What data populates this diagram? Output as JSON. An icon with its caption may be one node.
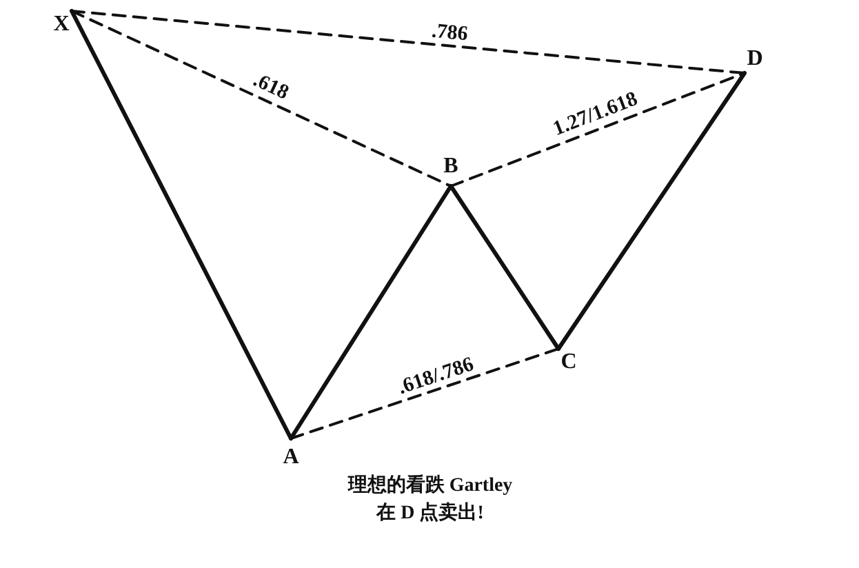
{
  "diagram": {
    "caption": "理想的看跌 Gartley 在 D 点卖出!",
    "nodes": [
      {
        "text": [
          "X"
        ]
      },
      {
        "text": [
          "D"
        ]
      },
      {
        "text": [
          "B"
        ]
      },
      {
        "text": [
          "C"
        ]
      },
      {
        "text": [
          "A"
        ]
      }
    ],
    "edges": [
      {
        "from": 0,
        "to": 4,
        "arrow": "none"
      },
      {
        "from": 4,
        "to": 2,
        "arrow": "none"
      },
      {
        "from": 2,
        "to": 3,
        "arrow": "none"
      },
      {
        "from": 3,
        "to": 1,
        "arrow": "none"
      },
      {
        "from": 0,
        "to": 1,
        "arrow": "none",
        "style": "dashed",
        "label": ".786"
      },
      {
        "from": 0,
        "to": 2,
        "arrow": "none",
        "style": "dashed",
        "label": ".618"
      },
      {
        "from": 2,
        "to": 1,
        "arrow": "none",
        "style": "dashed",
        "label": "1.27/1.618"
      },
      {
        "from": 4,
        "to": 3,
        "arrow": "none",
        "style": "dashed",
        "label": ".618/.786"
      }
    ]
  }
}
